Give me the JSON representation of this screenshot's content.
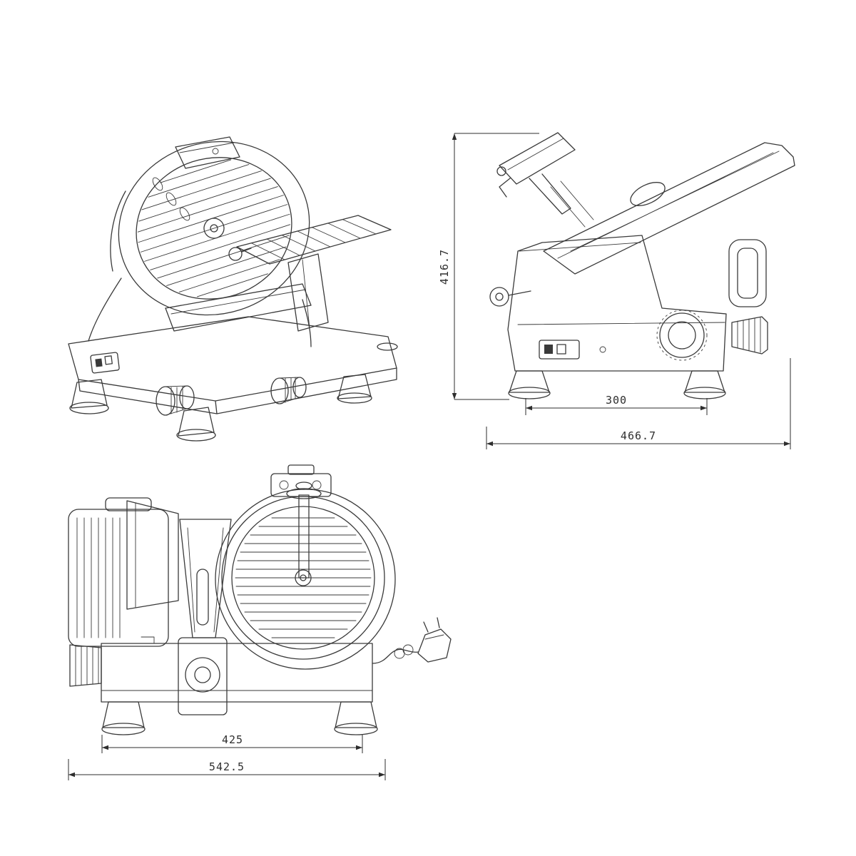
{
  "colors": {
    "background": "#ffffff",
    "line": "#3a3a3a",
    "dimension_text": "#2e2e2e"
  },
  "dimensions": {
    "side_view": {
      "height": "416.7",
      "base_width": "300",
      "overall_width": "466.7"
    },
    "front_view": {
      "base_width": "425",
      "overall_width": "542.5"
    }
  }
}
